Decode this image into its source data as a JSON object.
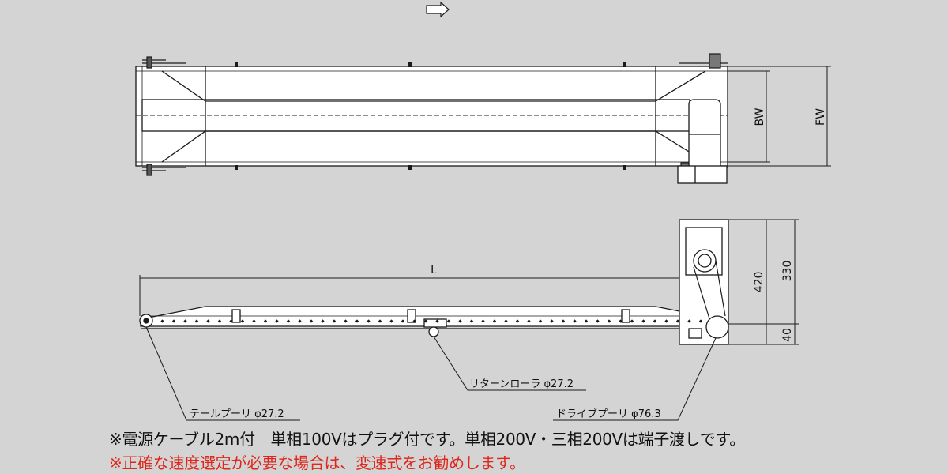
{
  "colors": {
    "background": "#d3d4d3",
    "line": "#1a1a1a",
    "body_fill": "#ffffff",
    "warning_text": "#e0261b"
  },
  "icons": {
    "direction": "arrow-right-icon"
  },
  "dimensions": {
    "bw": "BW",
    "fw": "FW",
    "length": "L",
    "height_420": "420",
    "height_330": "330",
    "height_40": "40"
  },
  "callouts": {
    "tail_pulley": "テールプーリ φ27.2",
    "return_roller": "リターンローラ φ27.2",
    "drive_pulley": "ドライブプーリ φ76.3"
  },
  "notes": {
    "cable": "※電源ケーブル2m付　単相100Vはプラグ付です。単相200V・三相200Vは端子渡しです。",
    "speed": "※正確な速度選定が必要な場合は、変速式をお勧めします。"
  }
}
